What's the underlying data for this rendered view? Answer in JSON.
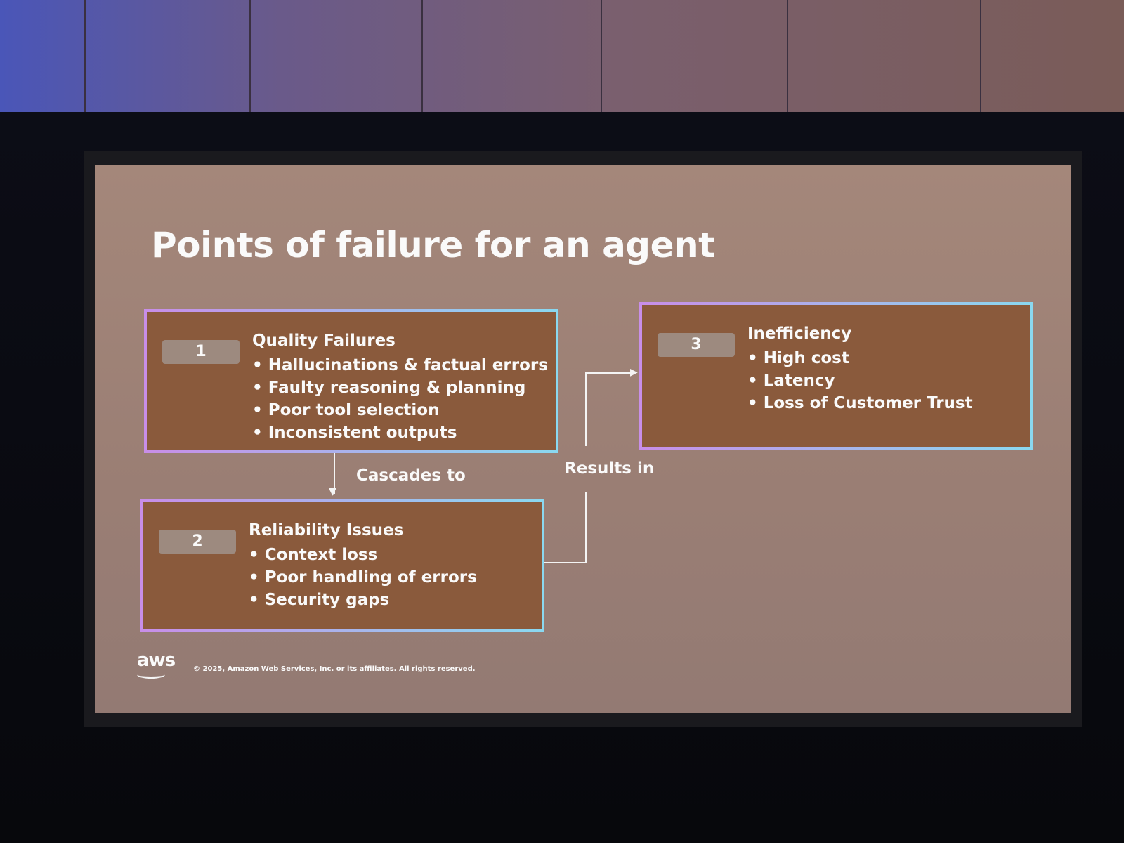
{
  "slide": {
    "title": "Points of failure for an agent",
    "boxes": [
      {
        "number": "1",
        "heading": "Quality Failures",
        "items": [
          "Hallucinations & factual errors",
          "Faulty reasoning & planning",
          "Poor tool selection",
          "Inconsistent outputs"
        ]
      },
      {
        "number": "2",
        "heading": "Reliability Issues",
        "items": [
          "Context loss",
          "Poor handling of errors",
          "Security gaps"
        ]
      },
      {
        "number": "3",
        "heading": "Inefficiency",
        "items": [
          "High cost",
          "Latency",
          "Loss of Customer Trust"
        ]
      }
    ],
    "connectors": {
      "cascades": "Cascades to",
      "results": "Results in"
    },
    "logo": "aws",
    "footer": "© 2025, Amazon Web Services, Inc. or its affiliates. All rights reserved."
  }
}
